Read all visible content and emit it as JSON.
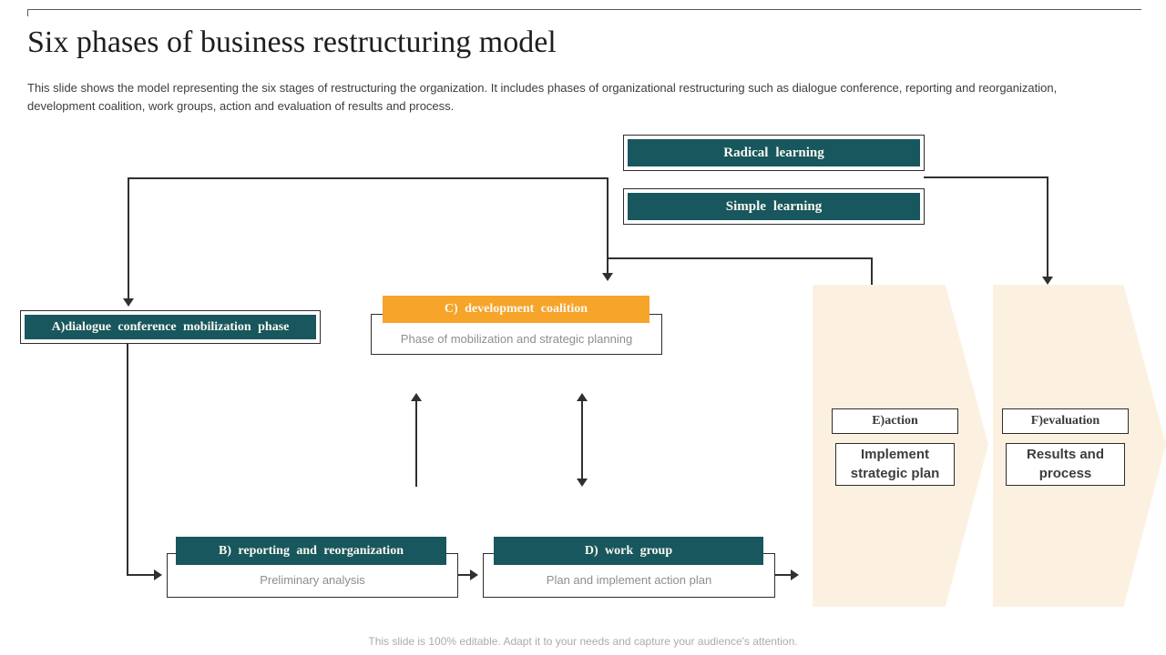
{
  "slide": {
    "title": "Six phases of business restructuring model",
    "description": "This slide shows the model representing the six stages of restructuring the organization. It includes phases of organizational restructuring such as dialogue conference, reporting and reorganization, development coalition, work groups, action and evaluation of results and process.",
    "footer": "This slide is 100% editable. Adapt it to your needs and capture your audience's attention."
  },
  "colors": {
    "teal": "#17575D",
    "orange": "#F7A42A",
    "cream": "#FCF1E1",
    "line": "#303030",
    "border": "#2D2D2D"
  },
  "nodes": {
    "radical_learning": {
      "label": "Radical learning"
    },
    "simple_learning": {
      "label": "Simple learning"
    },
    "phase_a": {
      "label": "A)dialogue conference mobilization phase"
    },
    "phase_b": {
      "label": "B) reporting and reorganization",
      "body": "Preliminary analysis"
    },
    "phase_c": {
      "label": "C) development coalition",
      "body": "Phase of mobilization and strategic planning"
    },
    "phase_d": {
      "label": "D) work group",
      "body": "Plan and implement action plan"
    },
    "phase_e": {
      "label": "E)action",
      "body": "Implement strategic plan"
    },
    "phase_f": {
      "label": "F)evaluation",
      "body": "Results and process"
    }
  }
}
